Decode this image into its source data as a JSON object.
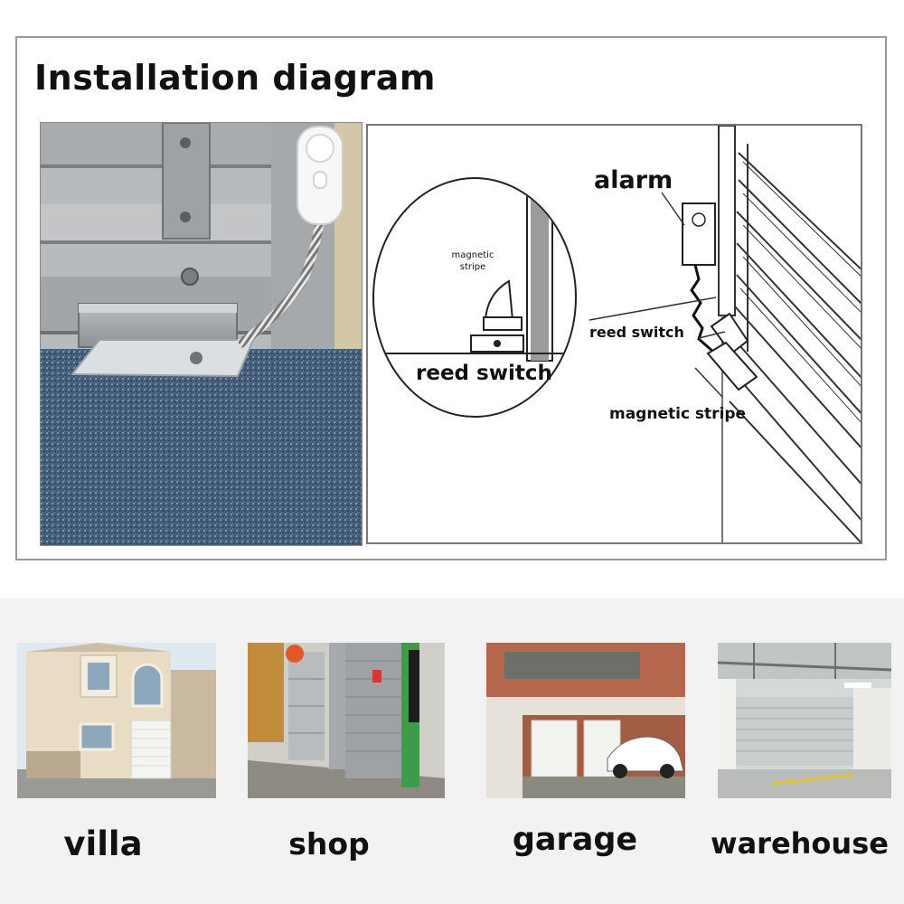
{
  "title": "Installation diagram",
  "schematic": {
    "labels": {
      "alarm": "alarm",
      "reed_switch_circle": "reed switch",
      "magnetic_stripe_circle": "magnetic stripe",
      "reed_switch": "reed switch",
      "magnetic_stripe": "magnetic stripe"
    }
  },
  "applications": [
    {
      "label": "villa"
    },
    {
      "label": "shop"
    },
    {
      "label": "garage"
    },
    {
      "label": "warehouse"
    }
  ]
}
